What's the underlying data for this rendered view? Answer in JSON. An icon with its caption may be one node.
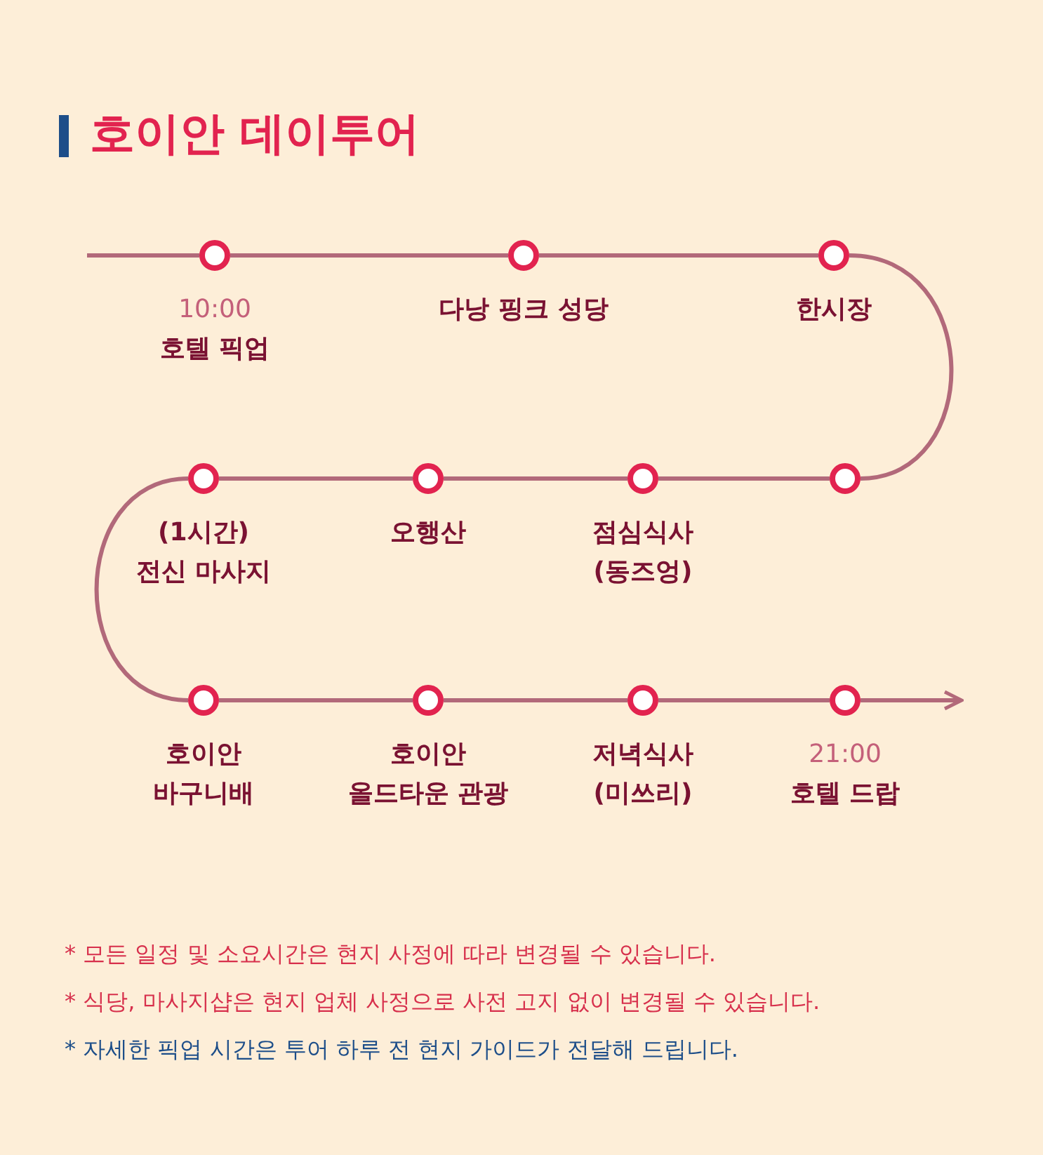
{
  "diagram": {
    "title": "호이안 데이투어",
    "nodes": [
      {
        "text": [
          "10:00",
          "호텔 픽업"
        ]
      },
      {
        "text": [
          "다낭 핑크 성당"
        ]
      },
      {
        "text": [
          "한시장"
        ]
      },
      {
        "text": [
          "(1시간)",
          "전신 마사지"
        ]
      },
      {
        "text": [
          "오행산"
        ]
      },
      {
        "text": [
          "점심식사 (동즈엉)"
        ]
      },
      {
        "text": [],
        "shape": "circle"
      },
      {
        "text": [
          "호이안 바구니배"
        ]
      },
      {
        "text": [
          "호이안 올드타운 관광"
        ]
      },
      {
        "text": [
          "저녁식사 (미쓰리)"
        ]
      },
      {
        "text": [
          "21:00",
          "호텔 드랍"
        ]
      }
    ],
    "edges": [
      {
        "from": null,
        "to": 0,
        "arrow": "none"
      },
      {
        "from": 0,
        "to": 1,
        "arrow": "none"
      },
      {
        "from": 1,
        "to": 2,
        "arrow": "none"
      },
      {
        "from": 2,
        "to": 6,
        "arrow": "none"
      },
      {
        "from": 6,
        "to": 5,
        "arrow": "none"
      },
      {
        "from": 5,
        "to": 4,
        "arrow": "none"
      },
      {
        "from": 4,
        "to": 3,
        "arrow": "none"
      },
      {
        "from": 3,
        "to": 7,
        "arrow": "none"
      },
      {
        "from": 7,
        "to": 8,
        "arrow": "none"
      },
      {
        "from": 8,
        "to": 9,
        "arrow": "none"
      },
      {
        "from": 9,
        "to": 10,
        "arrow": "none"
      },
      {
        "from": 10,
        "to": null,
        "arrow": "to"
      }
    ],
    "labels": [
      "* 모든 일정 및 소요시간은 현지 사정에 따라 변경될 수 있습니다.",
      "* 식당, 마사지샵은 현지 업체 사정으로 사전 고지 없이 변경될 수 있습니다.",
      "* 자세한 픽업 시간은 투어 하루 전 현지 가이드가 전달해 드립니다."
    ]
  }
}
